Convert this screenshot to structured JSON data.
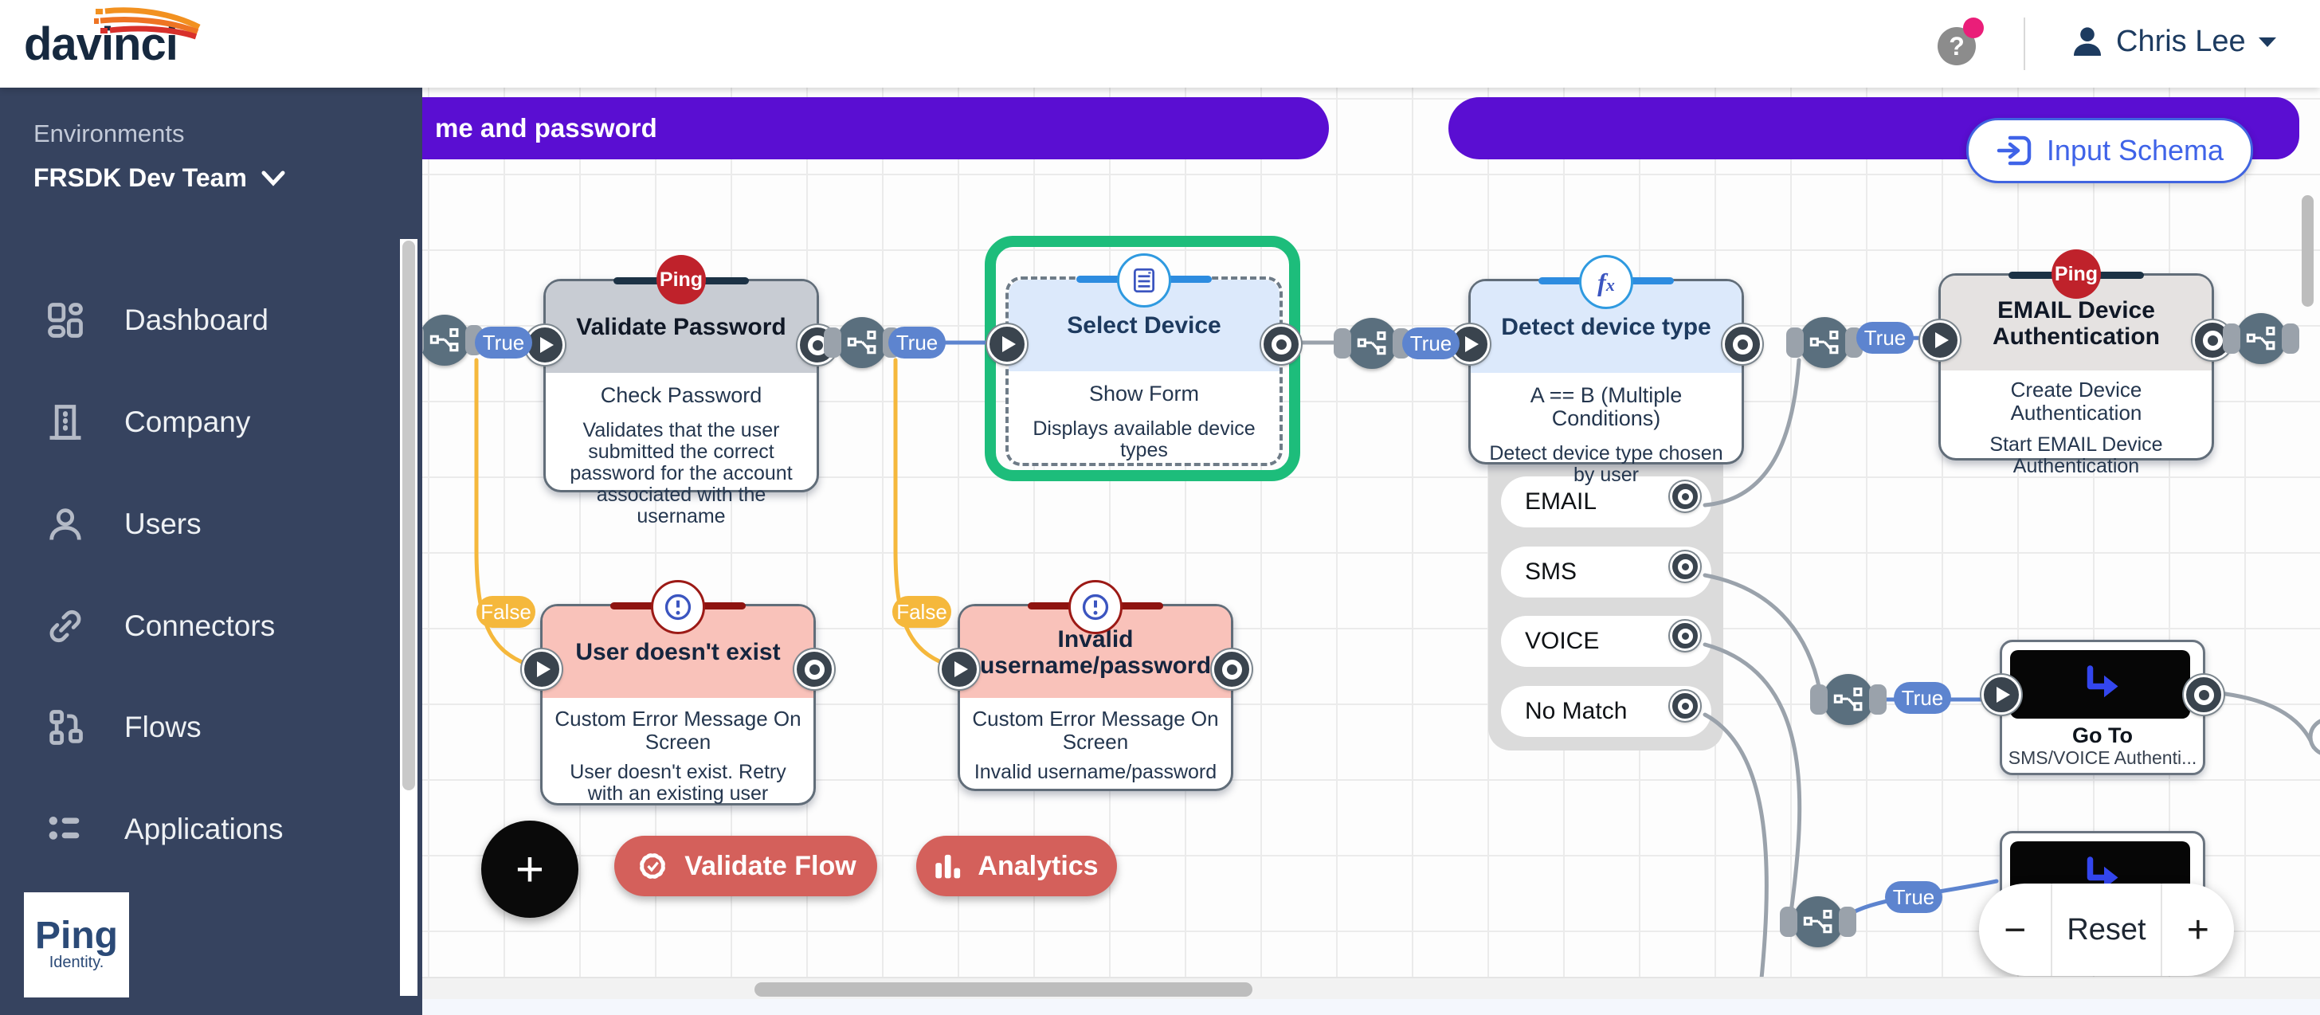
{
  "topbar": {
    "logo": "davinci",
    "help": "?",
    "user": "Chris Lee"
  },
  "sidebar": {
    "section_label": "Environments",
    "environment": "FRSDK Dev Team",
    "items": [
      {
        "label": "Dashboard"
      },
      {
        "label": "Company"
      },
      {
        "label": "Users"
      },
      {
        "label": "Connectors"
      },
      {
        "label": "Flows"
      },
      {
        "label": "Applications"
      }
    ],
    "brand": {
      "name": "Ping",
      "sub": "Identity."
    }
  },
  "canvas": {
    "banner_left": "me and password",
    "input_schema_label": "Input Schema",
    "edge_labels": {
      "true": "True",
      "false": "False"
    },
    "nodes": [
      {
        "id": "validate-password",
        "badge": "Ping",
        "title": "Validate Password",
        "subtitle": "Check Password",
        "description": "Validates that the user submitted the correct password for the account associated with the username"
      },
      {
        "id": "select-device",
        "title": "Select Device",
        "subtitle": "Show Form",
        "description": "Displays available device types",
        "selected": true
      },
      {
        "id": "detect-device-type",
        "title": "Detect device type",
        "subtitle": "A == B (Multiple Conditions)",
        "description": "Detect device type chosen by user",
        "options": [
          "EMAIL",
          "SMS",
          "VOICE",
          "No Match"
        ]
      },
      {
        "id": "email-device-authentication",
        "badge": "Ping",
        "title": "EMAIL Device Authentication",
        "subtitle": "Create Device Authentication",
        "description": "Start EMAIL Device Authentication"
      },
      {
        "id": "user-doesnt-exist",
        "title": "User doesn't exist",
        "subtitle": "Custom Error Message On Screen",
        "description": "User doesn't exist. Retry with an existing user"
      },
      {
        "id": "invalid-username-password",
        "title": "Invalid username/password",
        "subtitle": "Custom Error Message On Screen",
        "description": "Invalid username/password"
      },
      {
        "id": "goto-1",
        "title": "Go To",
        "description": "SMS/VOICE Authenti..."
      },
      {
        "id": "goto-2",
        "title": "Go To",
        "description": ""
      }
    ],
    "controls": {
      "add": "+",
      "validate": "Validate Flow",
      "analytics": "Analytics",
      "zoom_out": "−",
      "reset": "Reset",
      "zoom_in": "+"
    }
  },
  "colors": {
    "sidebar": "#36435f",
    "banner_purple": "#5a0ed2",
    "selection_green": "#1dbd7b",
    "true_blue": "#5d84cf",
    "false_amber": "#f5b83c",
    "error_salmon": "#f9c2ba",
    "ping_red": "#bf222b",
    "cta_coral": "#d4605b",
    "link_blue": "#3f63e8",
    "notification_pink": "#ea1e79"
  }
}
